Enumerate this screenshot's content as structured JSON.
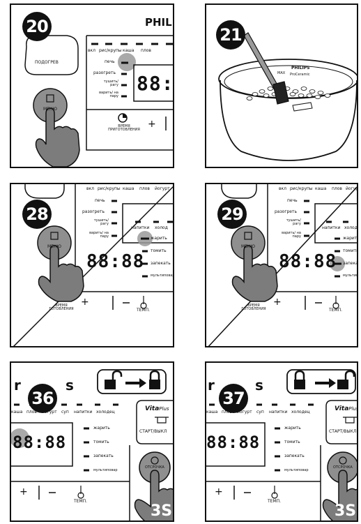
{
  "brand": "PHILIPS",
  "brand_partial": "PHILI",
  "brand_partial_2": "s",
  "steps": [
    "20",
    "21",
    "28",
    "29",
    "36",
    "37"
  ],
  "reheat_label": "ПОДОГРЕВ",
  "menu_label": "МЕНЮ",
  "cook_time_label": "ВРЕМЯ ПРИГОТОВЛЕНИЯ",
  "cook_time_label_partial": "ВРЕМЯ ГОТОВЛЕНИЯ",
  "plus": "+",
  "minus": "—",
  "temp_label": "ТЕМП.",
  "top_modes": [
    "вкл",
    "рис/крупы",
    "каша",
    "плов",
    "йогурт"
  ],
  "top_modes_row2": [
    "каша",
    "плов",
    "йогурт",
    "суп",
    "напитки",
    "холодец"
  ],
  "left_modes": [
    "печь",
    "разогреть",
    "тушить/ рагу",
    "варить/ на пару"
  ],
  "right_modes_header": [
    "напитки",
    "холод"
  ],
  "right_modes": [
    "жарить",
    "томить",
    "запекать",
    "мультиповар"
  ],
  "lcd_display": "88:88",
  "lcd_partial": "88:",
  "vitaplus": "Vita",
  "vitaplus_suffix": "Plus",
  "start_label": "СТАРТ/ВЫКЛ",
  "delay_label": "ОТСРОЧКА",
  "hold_time": "3S",
  "pot_brand": "PHILIPS",
  "pot_sub": "ProCeramic",
  "pot_max": "MAX",
  "colors": {
    "ink": "#111111",
    "highlight": "#9a9a9a",
    "finger": "#7c7c7c",
    "bg": "#ffffff"
  }
}
